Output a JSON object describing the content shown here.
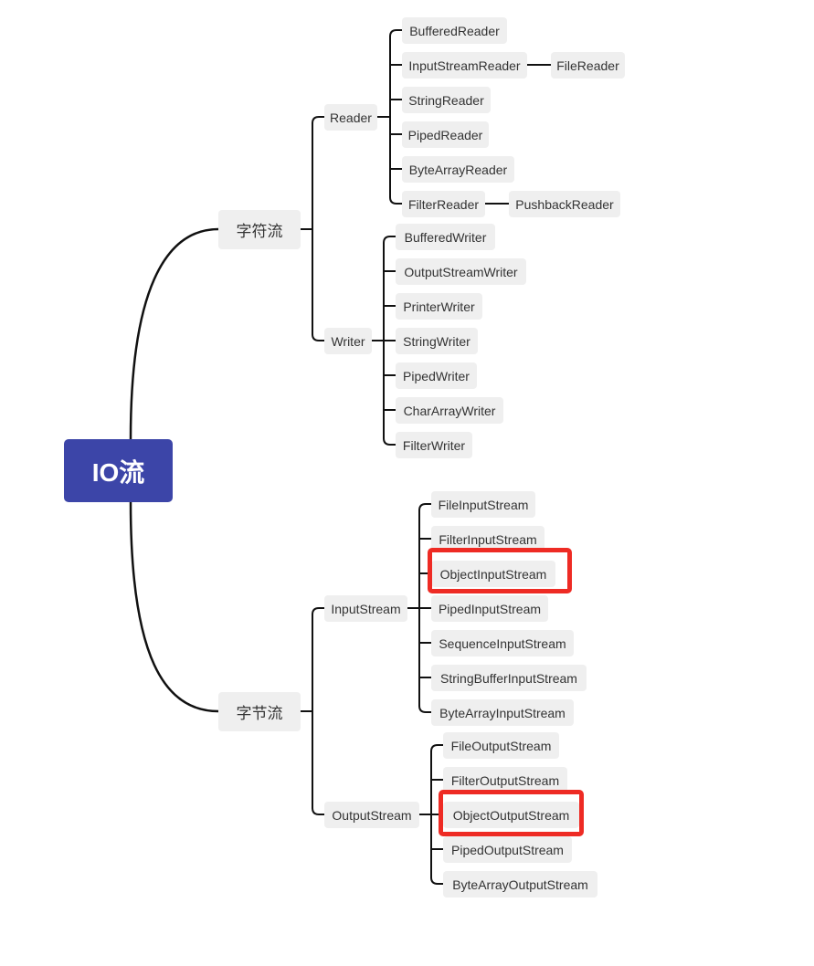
{
  "mindmap": {
    "root": {
      "label": "IO流"
    },
    "highlight_color": "#ee2b24",
    "root_color": "#3c45a8",
    "branches": [
      {
        "label": "字符流",
        "children": [
          {
            "label": "Reader",
            "children": [
              {
                "label": "BufferedReader"
              },
              {
                "label": "InputStreamReader",
                "children": [
                  {
                    "label": "FileReader"
                  }
                ]
              },
              {
                "label": "StringReader"
              },
              {
                "label": "PipedReader"
              },
              {
                "label": "ByteArrayReader"
              },
              {
                "label": "FilterReader",
                "children": [
                  {
                    "label": "PushbackReader"
                  }
                ]
              }
            ]
          },
          {
            "label": "Writer",
            "children": [
              {
                "label": "BufferedWriter"
              },
              {
                "label": "OutputStreamWriter"
              },
              {
                "label": "PrinterWriter"
              },
              {
                "label": "StringWriter"
              },
              {
                "label": "PipedWriter"
              },
              {
                "label": "CharArrayWriter"
              },
              {
                "label": "FilterWriter"
              }
            ]
          }
        ]
      },
      {
        "label": "字节流",
        "children": [
          {
            "label": "InputStream",
            "children": [
              {
                "label": "FileInputStream"
              },
              {
                "label": "FilterInputStream"
              },
              {
                "label": "ObjectInputStream",
                "highlighted": true
              },
              {
                "label": "PipedInputStream"
              },
              {
                "label": "SequenceInputStream"
              },
              {
                "label": "StringBufferInputStream"
              },
              {
                "label": "ByteArrayInputStream"
              }
            ]
          },
          {
            "label": "OutputStream",
            "children": [
              {
                "label": "FileOutputStream"
              },
              {
                "label": "FilterOutputStream"
              },
              {
                "label": "ObjectOutputStream",
                "highlighted": true
              },
              {
                "label": "PipedOutputStream"
              },
              {
                "label": "ByteArrayOutputStream"
              }
            ]
          }
        ]
      }
    ]
  }
}
